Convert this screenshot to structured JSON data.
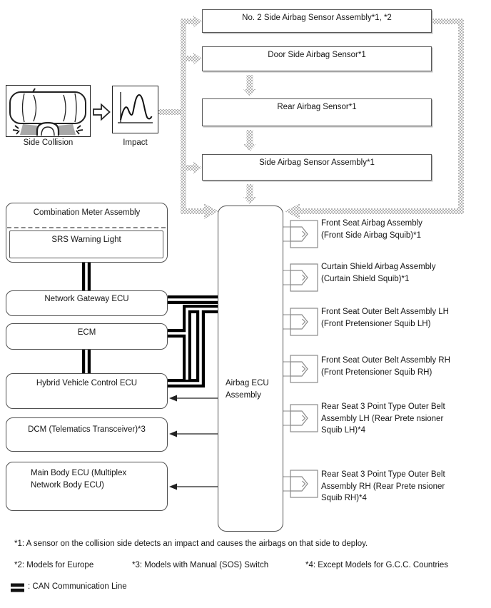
{
  "top_sensors": [
    {
      "label": "No. 2 Side Airbag Sensor Assembly*1, *2"
    },
    {
      "label": "Door Side Airbag Sensor*1"
    },
    {
      "label": "Rear Airbag Sensor*1"
    },
    {
      "label": "Side Airbag Sensor Assembly*1"
    }
  ],
  "collision": {
    "car_caption": "Side Collision",
    "impact_caption": "Impact"
  },
  "meter": {
    "title": "Combination Meter Assembly",
    "warning_light": "SRS Warning Light"
  },
  "left_modules": {
    "network_gateway": "Network Gateway ECU",
    "ecm": "ECM",
    "hybrid": "Hybrid Vehicle Control ECU",
    "dcm": "DCM (Telematics Transceiver)*3",
    "main_body": {
      "line1": "Main Body ECU (Multiplex",
      "line2": "Network Body ECU)"
    }
  },
  "airbag_ecu": {
    "line1": "Airbag ECU",
    "line2": "Assembly"
  },
  "squibs": [
    {
      "lines": [
        "Front Seat Airbag Assembly",
        "(Front Side Airbag Squib)*1"
      ]
    },
    {
      "lines": [
        "Curtain Shield Airbag Assembly",
        "(Curtain Shield Squib)*1"
      ]
    },
    {
      "lines": [
        "Front Seat Outer Belt Assembly LH",
        "(Front Pretensioner Squib LH)"
      ]
    },
    {
      "lines": [
        "Front Seat Outer Belt Assembly RH",
        "(Front Pretensioner Squib RH)"
      ]
    },
    {
      "lines": [
        "Rear Seat 3 Point Type Outer Belt",
        "Assembly LH (Rear Prete nsioner",
        "Squib LH)*4"
      ]
    },
    {
      "lines": [
        "Rear Seat 3 Point Type Outer Belt",
        "Assembly RH (Rear Prete nsioner",
        "Squib RH)*4"
      ]
    }
  ],
  "notes": {
    "note1": "*1: A sensor on the collision side detects an impact and causes the airbags on that side to deploy.",
    "note2": "*2: Models for Europe",
    "note3": "*3: Models with Manual (SOS) Switch",
    "note4": "*4: Except Models for G.C.C. Countries"
  },
  "legend": {
    "can_label": ": CAN Communication Line"
  },
  "colors": {
    "can_line": "#000000",
    "box_border": "#4f4f4f",
    "dotted_line": "#b3b3b3",
    "connector": "#8a8a8a"
  }
}
